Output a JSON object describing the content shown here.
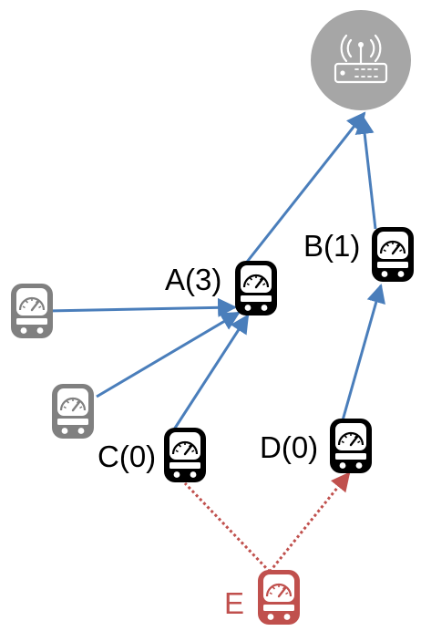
{
  "colors": {
    "link": "#4a7ebb",
    "candidate_link": "#c0504d",
    "node_active": "#000000",
    "node_inactive": "#808080",
    "node_new": "#c0504d",
    "gateway": "#a6a6a6"
  },
  "gateway": {
    "icon": "wifi-router-icon"
  },
  "nodes": {
    "a": {
      "label": "A(3)",
      "icon": "meter-icon"
    },
    "b": {
      "label": "B(1)",
      "icon": "meter-icon"
    },
    "c": {
      "label": "C(0)",
      "icon": "meter-icon"
    },
    "d": {
      "label": "D(0)",
      "icon": "meter-icon"
    },
    "e": {
      "label": "E",
      "icon": "meter-icon"
    },
    "unlabeled_1": {
      "icon": "meter-icon"
    },
    "unlabeled_2": {
      "icon": "meter-icon"
    }
  }
}
